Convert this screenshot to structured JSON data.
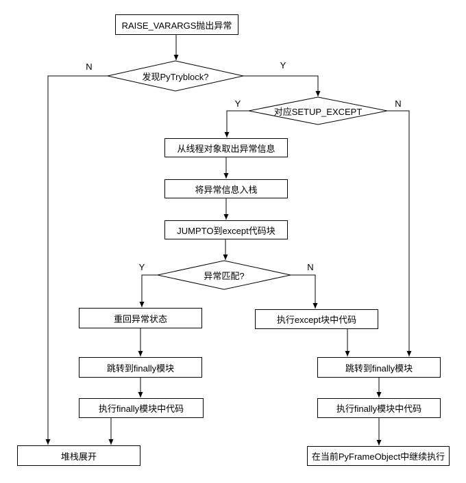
{
  "colors": {
    "background": "#ffffff",
    "line": "#000000",
    "text": "#000000"
  },
  "flowchart": {
    "nodes": {
      "raise_varargs": {
        "label": "RAISE_VARARGS抛出异常",
        "type": "process"
      },
      "found_pytryblock": {
        "label": "发现PyTryblock?",
        "type": "decision"
      },
      "match_setup_except": {
        "label": "对应SETUP_EXCEPT",
        "type": "decision"
      },
      "fetch_exception_info": {
        "label": "从线程对象取出异常信息",
        "type": "process"
      },
      "push_exception_info": {
        "label": "将异常信息入栈",
        "type": "process"
      },
      "jumpto_except_block": {
        "label": "JUMPTO到except代码块",
        "type": "process"
      },
      "exception_match": {
        "label": "异常匹配?",
        "type": "decision"
      },
      "restore_exception_state": {
        "label": "重回异常状态",
        "type": "process"
      },
      "exec_except_code": {
        "label": "执行except块中代码",
        "type": "process"
      },
      "jump_finally_left": {
        "label": "跳转到finally模块",
        "type": "process"
      },
      "jump_finally_right": {
        "label": "跳转到finally模块",
        "type": "process"
      },
      "exec_finally_left": {
        "label": "执行finally模块中代码",
        "type": "process"
      },
      "exec_finally_right": {
        "label": "执行finally模块中代码",
        "type": "process"
      },
      "stack_unwind": {
        "label": "堆栈展开",
        "type": "process"
      },
      "continue_pyframeobject": {
        "label": "在当前PyFrameObject中继续执行",
        "type": "process"
      }
    },
    "branch_labels": {
      "pytryblock_no": "N",
      "pytryblock_yes": "Y",
      "setup_except_yes": "Y",
      "setup_except_no": "N",
      "match_yes": "Y",
      "match_no": "N"
    }
  }
}
